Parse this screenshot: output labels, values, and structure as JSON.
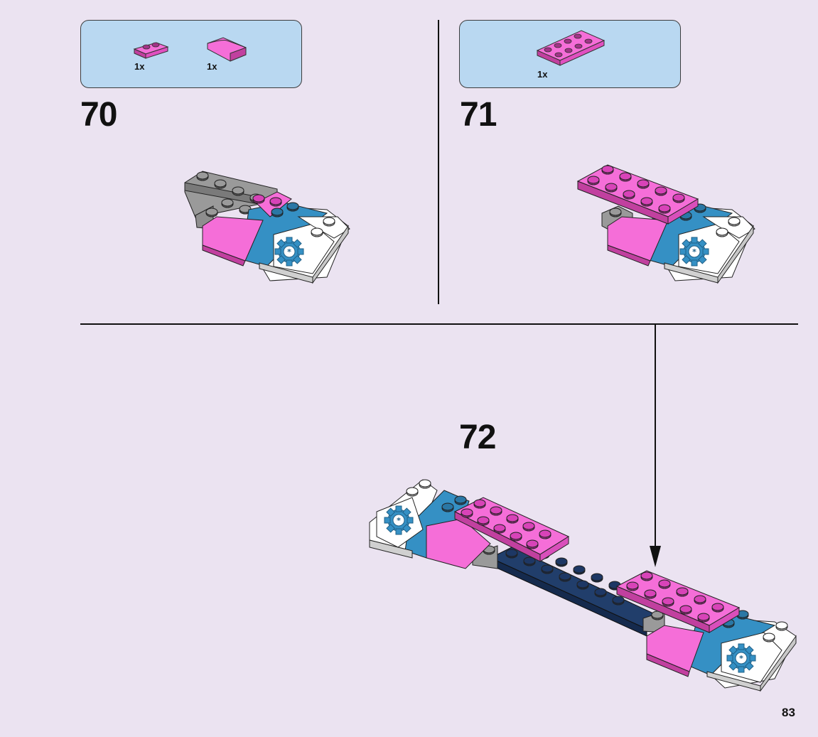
{
  "page": {
    "number": "83"
  },
  "steps": [
    {
      "number": "70",
      "parts": [
        {
          "qty": "1x",
          "part": "pink 1x2 plate"
        },
        {
          "qty": "1x",
          "part": "pink curved slope"
        }
      ]
    },
    {
      "number": "71",
      "parts": [
        {
          "qty": "1x",
          "part": "pink 2x4 plate"
        }
      ]
    },
    {
      "number": "72"
    }
  ],
  "colors": {
    "background": "#ebe3f1",
    "parts_box": "#b9d8f1",
    "pink": "#ee5ad0",
    "blue": "#3590c4",
    "dark_blue": "#213e6b",
    "grey": "#8e8e8e",
    "white": "#ffffff"
  }
}
